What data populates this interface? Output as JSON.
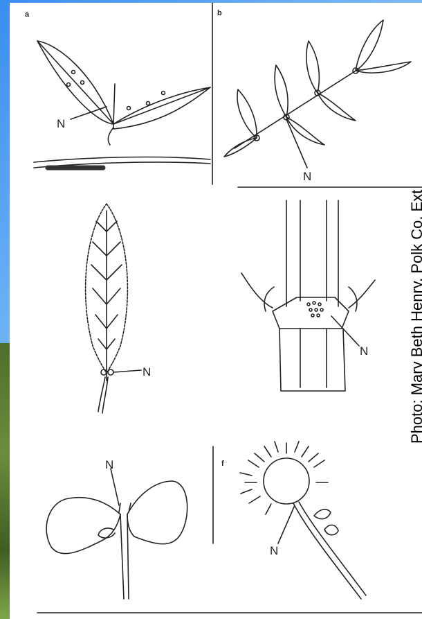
{
  "panel_letters": [
    "a",
    "b",
    "f"
  ],
  "n_label": "N",
  "photo_credit": "Photo: Mary Beth Henry, Polk Co. Ext",
  "colors": {
    "background_blue": "#4a9cf2",
    "background_green": "#5a7d34",
    "ink": "#222222"
  }
}
